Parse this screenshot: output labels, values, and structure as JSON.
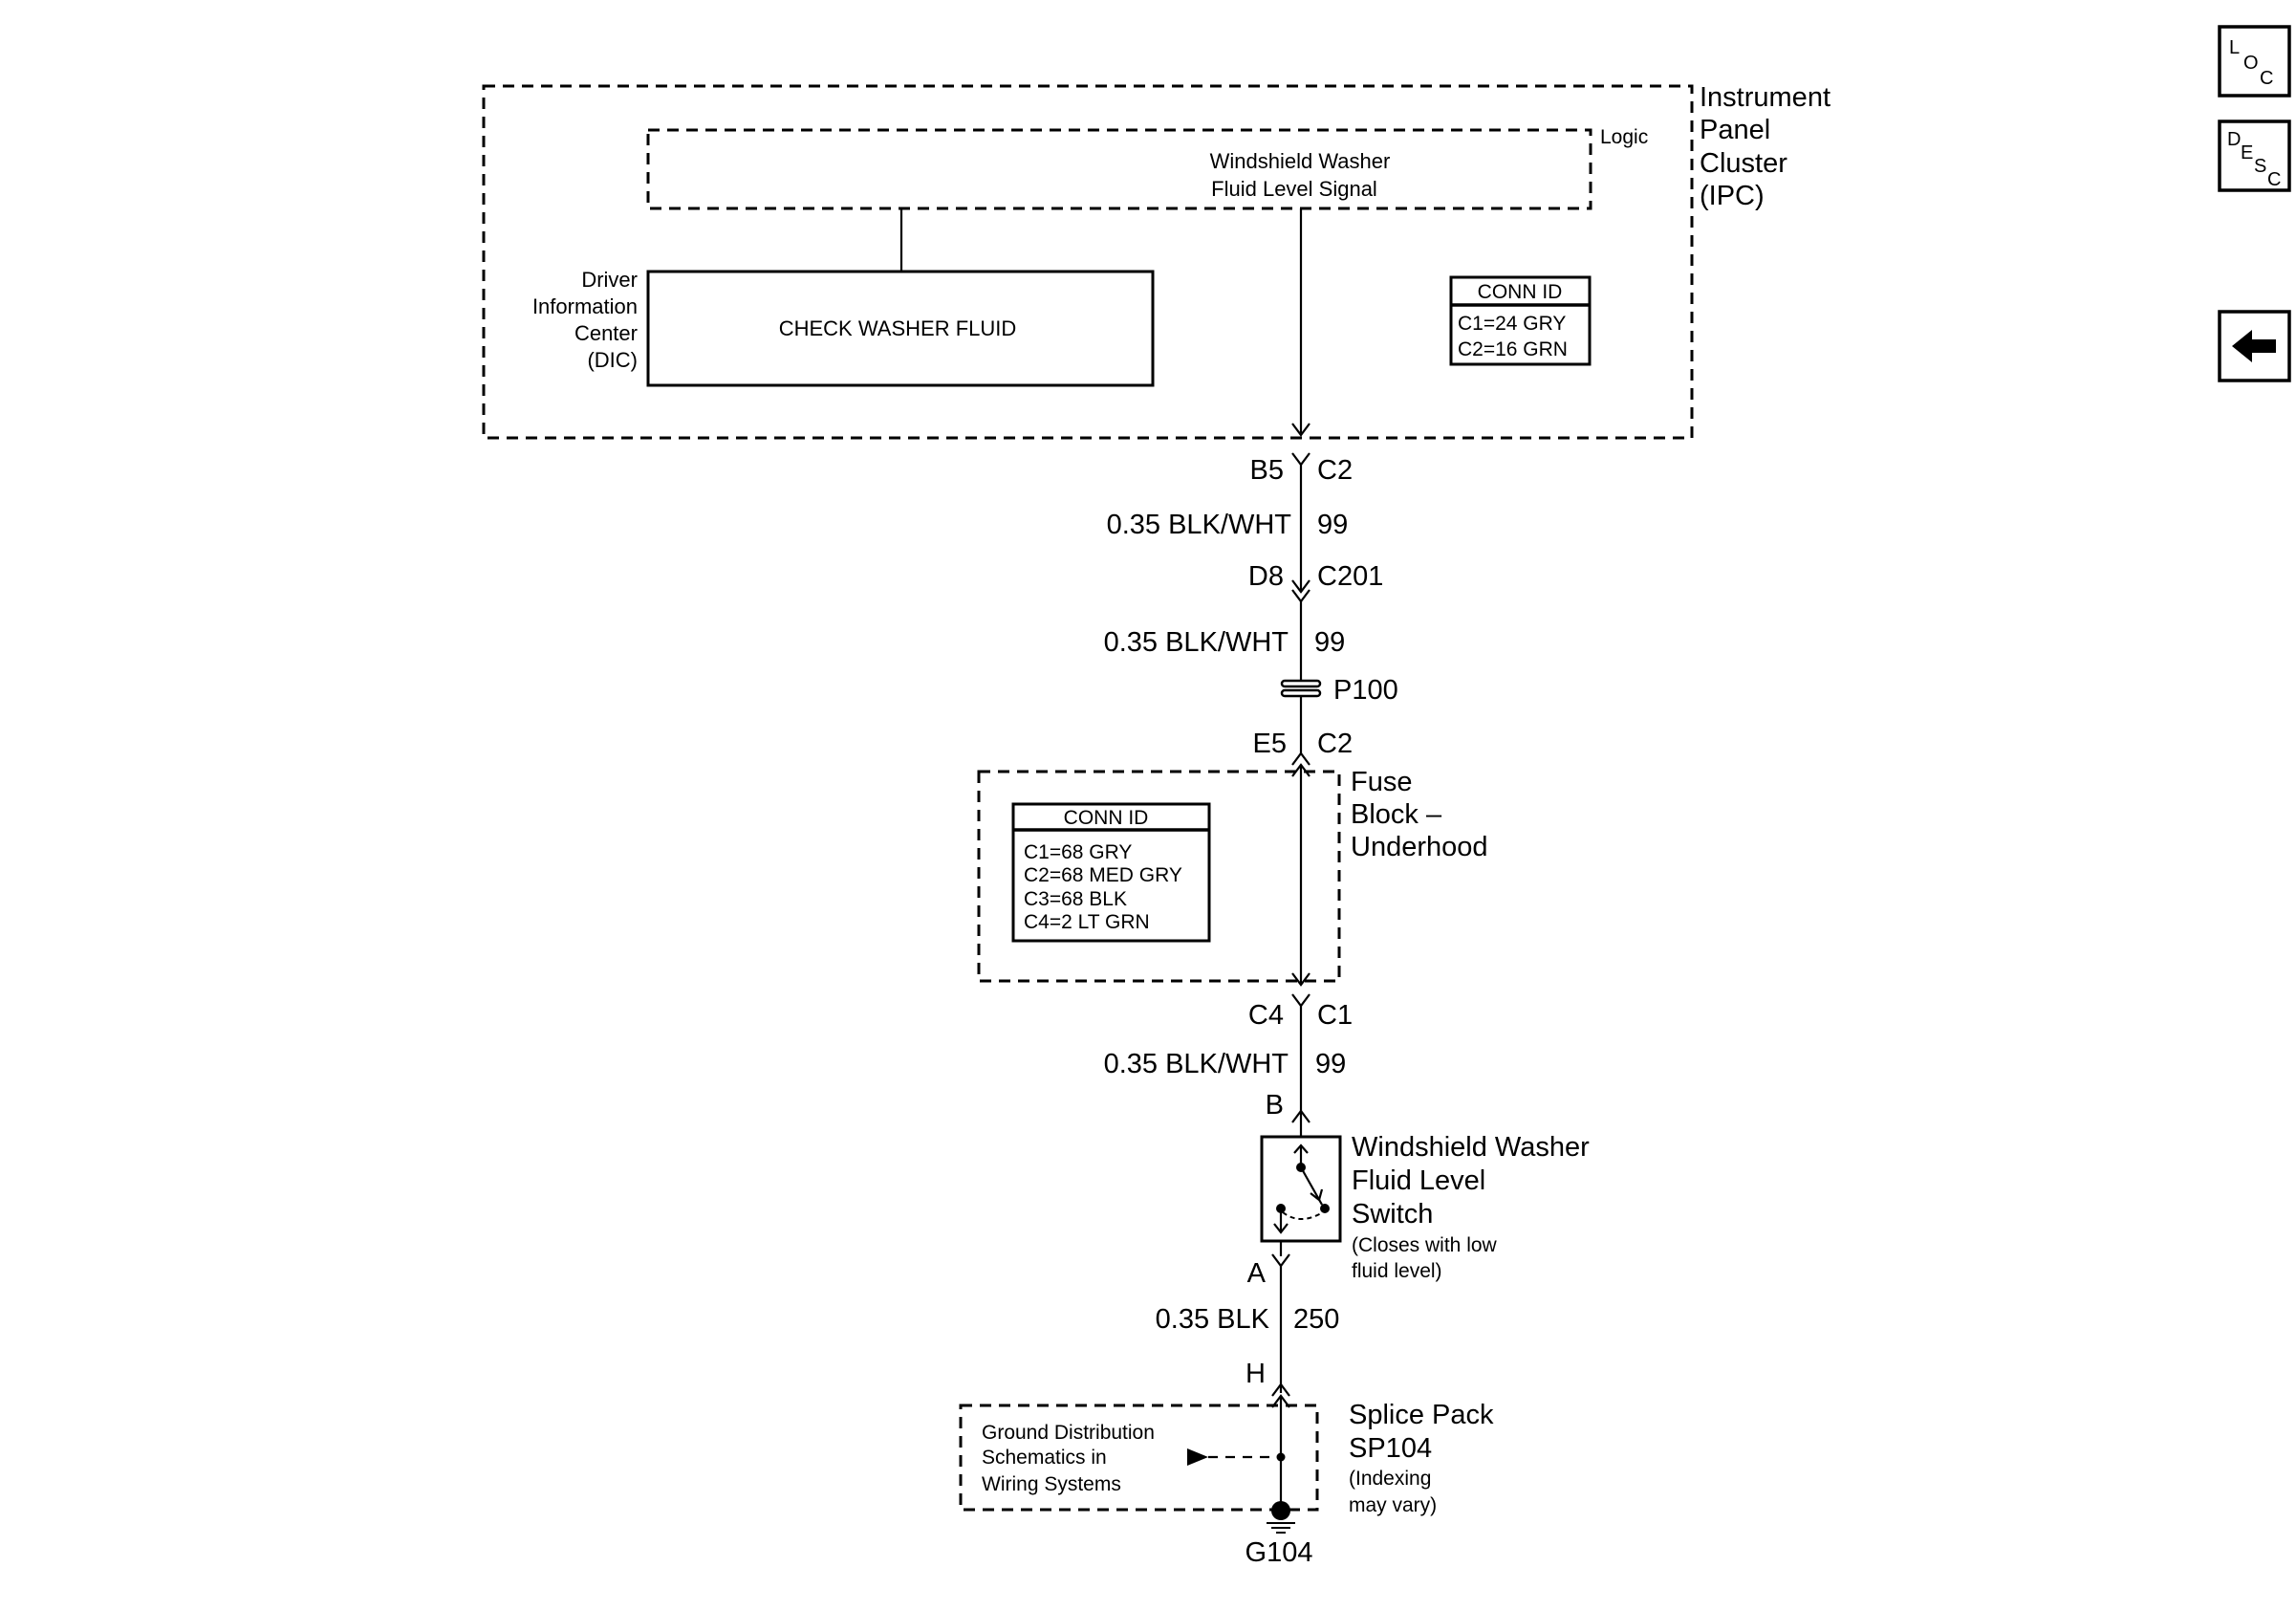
{
  "ipc": {
    "title_lines": [
      "Instrument",
      "Panel",
      "Cluster",
      "(IPC)"
    ],
    "logic_label": "Logic",
    "signal_lines": [
      "Windshield Washer",
      "Fluid Level Signal"
    ],
    "dic_lines": [
      "Driver",
      "Information",
      "Center",
      "(DIC)"
    ],
    "dic_message": "CHECK WASHER FLUID",
    "conn_id": {
      "title": "CONN ID",
      "rows": [
        "C1=24 GRY",
        "C2=16 GRN"
      ]
    }
  },
  "connectors": {
    "ipc_pin": "B5",
    "ipc_conn": "C2",
    "c201_pin": "D8",
    "c201_conn": "C201",
    "fuse_in_pin": "E5",
    "fuse_in_conn": "C2",
    "fuse_out_pin": "C4",
    "fuse_out_conn": "C1",
    "switch_top_pin": "B",
    "switch_bottom_pin": "A",
    "splice_pin": "H"
  },
  "wires": {
    "w1_label": "0.35 BLK/WHT",
    "w1_circuit": "99",
    "w2_label": "0.35 BLK/WHT",
    "w2_circuit": "99",
    "w3_label": "0.35 BLK/WHT",
    "w3_circuit": "99",
    "w4_label": "0.35 BLK",
    "w4_circuit": "250"
  },
  "pass_through": "P100",
  "fuse_block": {
    "title_lines": [
      "Fuse",
      "Block –",
      "Underhood"
    ],
    "conn_id": {
      "title": "CONN ID",
      "rows": [
        "C1=68 GRY",
        "C2=68 MED GRY",
        "C3=68 BLK",
        "C4=2 LT GRN"
      ]
    }
  },
  "switch": {
    "title_lines": [
      "Windshield Washer",
      "Fluid Level",
      "Switch"
    ],
    "note_lines": [
      "(Closes with low",
      "fluid level)"
    ]
  },
  "splice": {
    "title_lines": [
      "Splice Pack",
      "SP104"
    ],
    "note_lines": [
      "(Indexing",
      "may vary)"
    ],
    "ref_lines": [
      "Ground Distribution",
      "Schematics in",
      "Wiring Systems"
    ]
  },
  "ground": "G104",
  "nav": {
    "loc": [
      "L",
      "O",
      "C"
    ],
    "desc": [
      "D",
      "E",
      "S",
      "C"
    ],
    "back_icon": "arrow-left-icon"
  }
}
